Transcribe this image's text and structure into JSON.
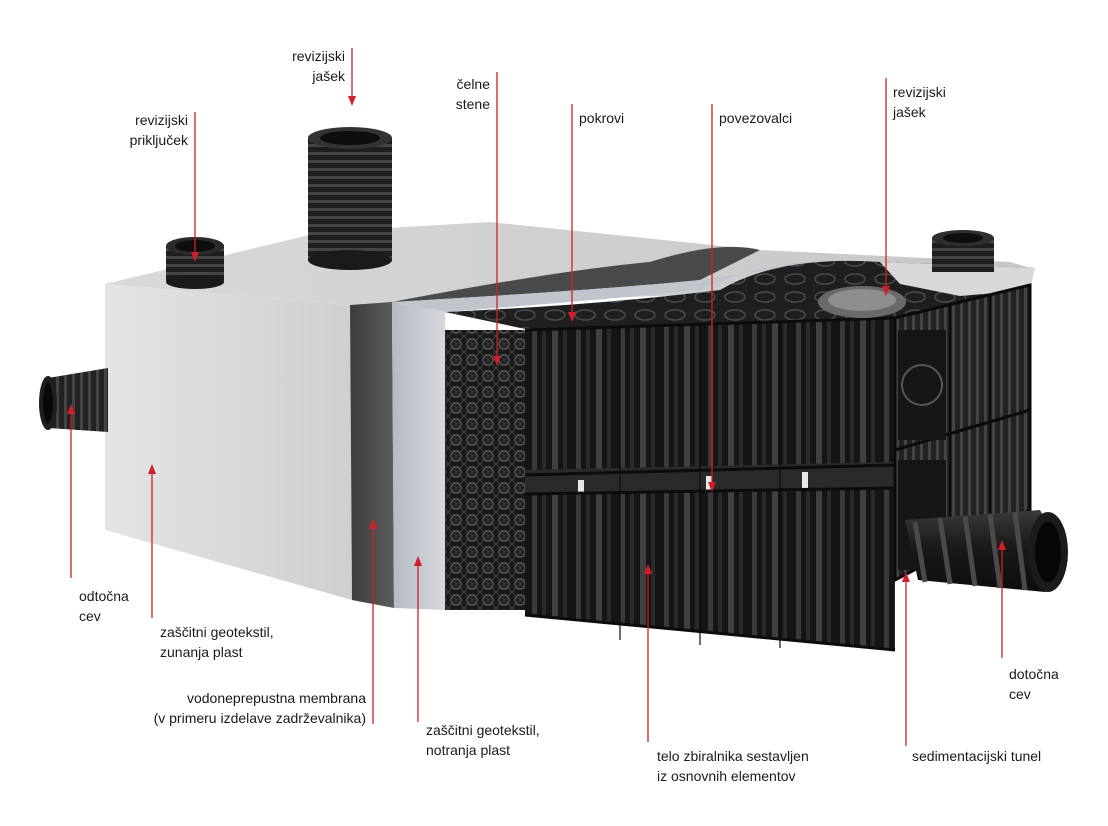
{
  "labels": {
    "revizijski_prikljucek": {
      "line1": "revizijski",
      "line2": "priključek"
    },
    "revizijski_jasek_left": {
      "line1": "revizijski",
      "line2": "jašek"
    },
    "celne_stene": {
      "line1": "čelne",
      "line2": "stene"
    },
    "pokrovi": "pokrovi",
    "povezovalci": "povezovalci",
    "revizijski_jasek_right": {
      "line1": "revizijski",
      "line2": "jašek"
    },
    "odtocna_cev": {
      "line1": "odtočna",
      "line2": "cev"
    },
    "zascitni_geotekstil_zunanja": {
      "line1": "zaščitni geotekstil,",
      "line2": "zunanja plast"
    },
    "vodoneprepustna_membrana": {
      "line1": "vodoneprepustna membrana",
      "line2": "(v primeru izdelave zadrževalnika)"
    },
    "zascitni_geotekstil_notranja": {
      "line1": "zaščitni geotekstil,",
      "line2": "notranja plast"
    },
    "telo_zbiralnika": {
      "line1": "telo zbiralnika sestavljen",
      "line2": "iz osnovnih elementov"
    },
    "sedimentacijski_tunel": "sedimentacijski tunel",
    "dotocna_cev": {
      "line1": "dotočna",
      "line2": "cev"
    }
  },
  "colors": {
    "leader": "#d01f2a",
    "geotextile": "#dcdcdc",
    "membrane": "#555555",
    "inner_geotextile": "#c7ccd3",
    "plastic": "#1c1c1c"
  }
}
